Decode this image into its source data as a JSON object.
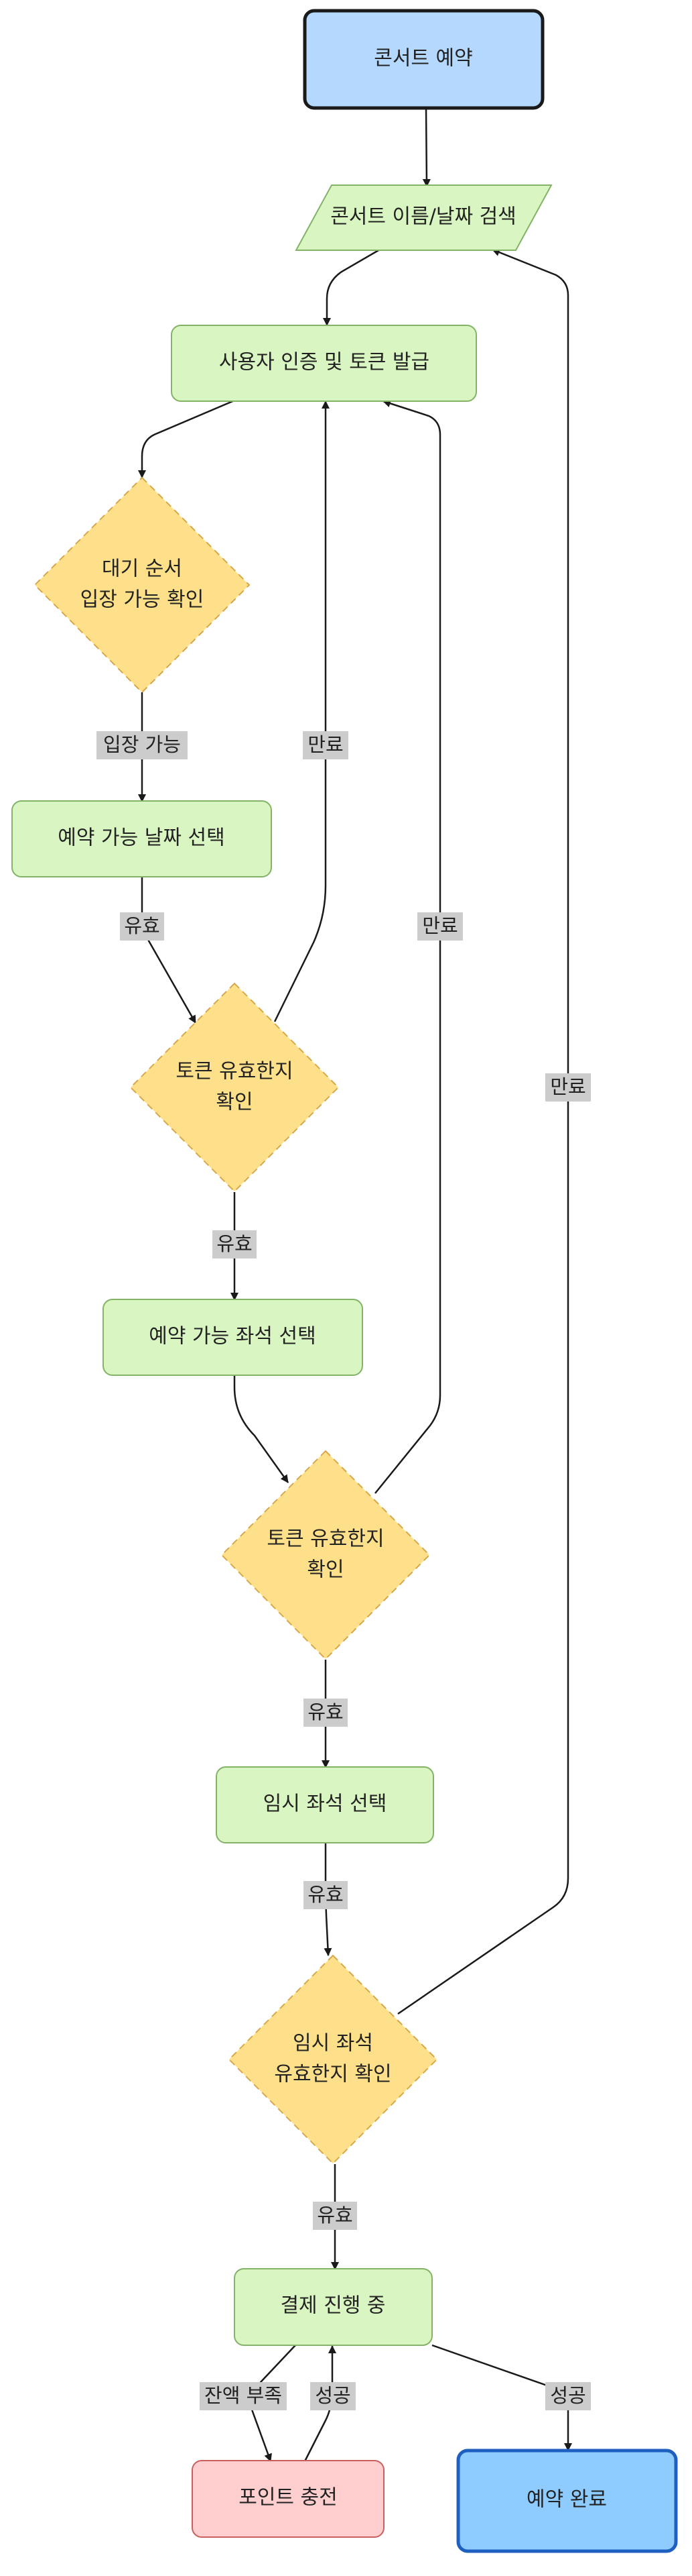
{
  "diagram": {
    "nodes": [
      {
        "id": "start",
        "shape": "rounded-bold",
        "lines": [
          "콘서트 예약"
        ],
        "color": "blue"
      },
      {
        "id": "search",
        "shape": "parallelogram",
        "lines": [
          "콘서트 이름/날짜 검색"
        ],
        "color": "green"
      },
      {
        "id": "auth",
        "shape": "rounded",
        "lines": [
          "사용자 인증 및 토큰 발급"
        ],
        "color": "green"
      },
      {
        "id": "queue",
        "shape": "diamond",
        "lines": [
          "대기 순서",
          "입장 가능 확인"
        ],
        "color": "yellow"
      },
      {
        "id": "date",
        "shape": "rounded",
        "lines": [
          "예약 가능 날짜 선택"
        ],
        "color": "green"
      },
      {
        "id": "token1",
        "shape": "diamond",
        "lines": [
          "토큰 유효한지",
          "확인"
        ],
        "color": "yellow"
      },
      {
        "id": "seat",
        "shape": "rounded",
        "lines": [
          "예약 가능 좌석 선택"
        ],
        "color": "green"
      },
      {
        "id": "token2",
        "shape": "diamond",
        "lines": [
          "토큰 유효한지",
          "확인"
        ],
        "color": "yellow"
      },
      {
        "id": "tempseat",
        "shape": "rounded",
        "lines": [
          "임시 좌석 선택"
        ],
        "color": "green"
      },
      {
        "id": "tempcheck",
        "shape": "diamond",
        "lines": [
          "임시 좌석",
          "유효한지 확인"
        ],
        "color": "yellow"
      },
      {
        "id": "payment",
        "shape": "rounded",
        "lines": [
          "결제 진행 중"
        ],
        "color": "green"
      },
      {
        "id": "charge",
        "shape": "rounded",
        "lines": [
          "포인트 충전"
        ],
        "color": "red"
      },
      {
        "id": "done",
        "shape": "rounded-bold",
        "lines": [
          "예약 완료"
        ],
        "color": "blue-strong"
      }
    ],
    "edges": [
      {
        "id": "e-start-search",
        "from": "start",
        "to": "search",
        "label": ""
      },
      {
        "id": "e-search-auth",
        "from": "search",
        "to": "auth",
        "label": ""
      },
      {
        "id": "e-auth-queue",
        "from": "auth",
        "to": "queue",
        "label": ""
      },
      {
        "id": "e-queue-date",
        "from": "queue",
        "to": "date",
        "label": "입장 가능"
      },
      {
        "id": "e-date-token1",
        "from": "date",
        "to": "token1",
        "label": "유효"
      },
      {
        "id": "e-token1-auth",
        "from": "token1",
        "to": "auth",
        "label": "만료"
      },
      {
        "id": "e-token1-seat",
        "from": "token1",
        "to": "seat",
        "label": "유효"
      },
      {
        "id": "e-seat-token2",
        "from": "seat",
        "to": "token2",
        "label": ""
      },
      {
        "id": "e-token2-auth",
        "from": "token2",
        "to": "auth",
        "label": "만료"
      },
      {
        "id": "e-token2-tempseat",
        "from": "token2",
        "to": "tempseat",
        "label": "유효"
      },
      {
        "id": "e-tempseat-tempcheck",
        "from": "tempseat",
        "to": "tempcheck",
        "label": "유효"
      },
      {
        "id": "e-tempcheck-search",
        "from": "tempcheck",
        "to": "search",
        "label": "만료"
      },
      {
        "id": "e-tempcheck-payment",
        "from": "tempcheck",
        "to": "payment",
        "label": "유효"
      },
      {
        "id": "e-payment-charge",
        "from": "payment",
        "to": "charge",
        "label": "잔액 부족"
      },
      {
        "id": "e-charge-payment",
        "from": "charge",
        "to": "payment",
        "label": "성공"
      },
      {
        "id": "e-payment-done",
        "from": "payment",
        "to": "done",
        "label": "성공"
      }
    ],
    "colors": {
      "green_fill": "#d9f5c2",
      "green_stroke": "#82b366",
      "yellow_fill": "#ffe08a",
      "yellow_stroke": "#d6a84a",
      "blue_fill": "#b5d8ff",
      "blue_stroke": "#1a1a1a",
      "blue_strong_fill": "#8ecbff",
      "blue_strong_stroke": "#1f5fbf",
      "red_fill": "#ffcfcf",
      "red_stroke": "#c96060",
      "edge_stroke": "#1a1a1a",
      "label_bg": "#cccccc"
    }
  }
}
